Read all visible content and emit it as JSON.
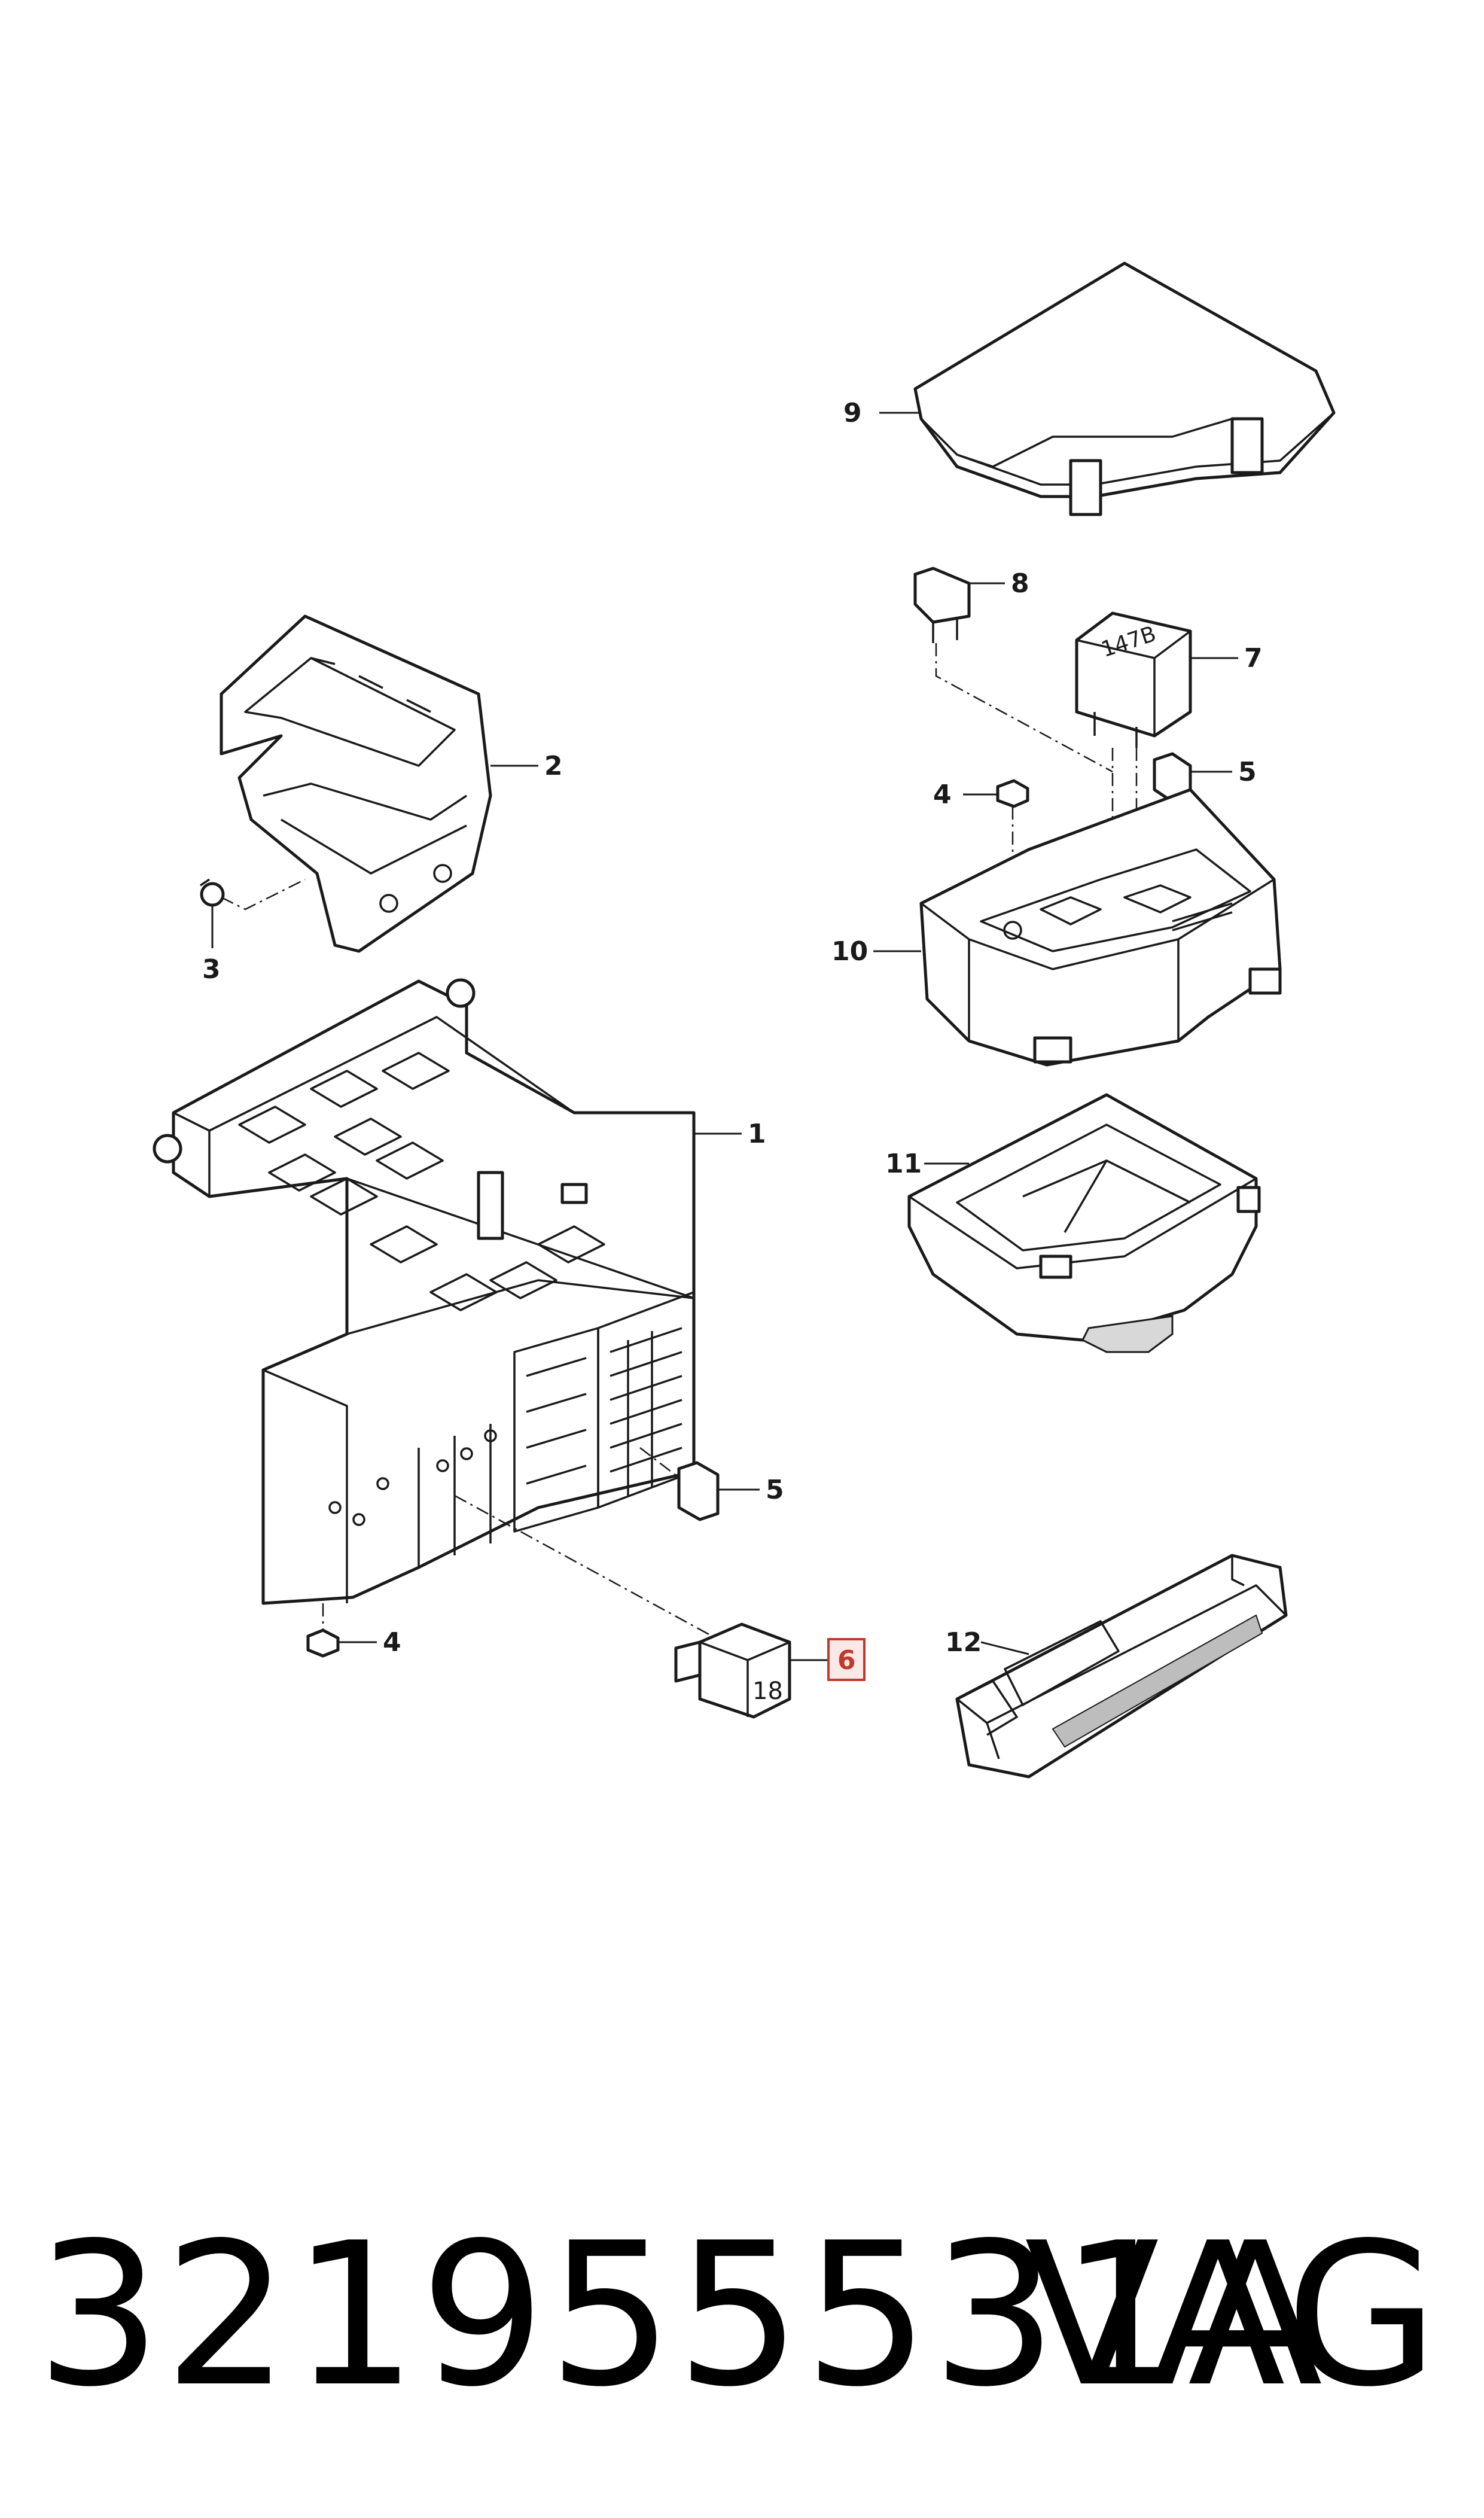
{
  "callouts": {
    "c1": "1",
    "c2": "2",
    "c3": "3",
    "c4_left": "4",
    "c4_right": "4",
    "c5_left": "5",
    "c5_right": "5",
    "c6": "6",
    "c7": "7",
    "c8": "8",
    "c9": "9",
    "c10": "10",
    "c11": "11",
    "c12": "12"
  },
  "relay_labels": {
    "relay_7": "147B",
    "relay_6": "18"
  },
  "highlight_color": "#c0392b",
  "footer": {
    "part_number": "321955531A",
    "brand": "VAG"
  }
}
